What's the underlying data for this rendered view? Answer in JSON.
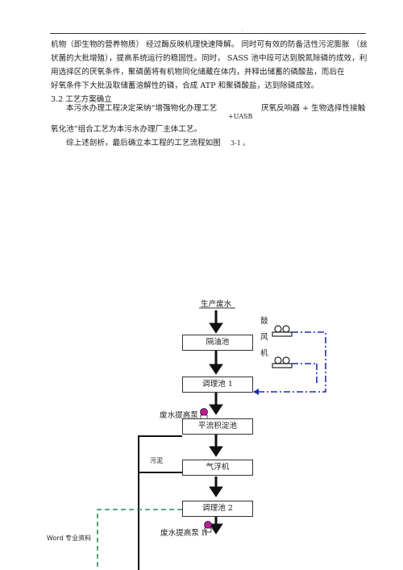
{
  "header": {
    "dot": "."
  },
  "body": {
    "line1": "机物（即生物的营养物质） 经过酶反映机理快速降解。 同时可有效的防备活性污泥膨胀 （丝",
    "line2": "状菌的大批增殖），提高系统运行的稳固性。同时， SASS 池中段可达到脱氮除磷的成效，利",
    "line3": "用选择区的厌氧条件，聚磷菌将有机物同化储藏在体内，并释出储蓄的磷酸盐，而后在",
    "line4": "好氧条件下大批汲取储蓄溶解性的磷，合成  ATP 和聚磷酸盐，达到除磷成效。",
    "section_heading": "3.2 工艺方案确立",
    "line5a": "本污水办理工程决定采纳“增强物化办理工艺",
    "line5b": "厌氧反响器 + 生物选择性接触",
    "uasb": "+UASB",
    "line6": "氧化池”组合工艺为本污水办理厂主体工艺。",
    "line7a": "综上述剖析，最后确立本工程的工艺流程如图",
    "line7b": "3-1 。"
  },
  "flow": {
    "source": "生产废水",
    "tank1": "隔油池",
    "tank2": "调理池 1",
    "tank3": "平流积淀池",
    "tank4": "气浮机",
    "tank5": "调理池 2",
    "blower_chars": [
      "鼓",
      "风",
      "机"
    ],
    "pump1": "废水提高泵",
    "pump2": "废水提高泵 II",
    "sludge": "污泥"
  },
  "colors": {
    "air_line": "#1f2fa8",
    "return_line": "#2a8a57",
    "pump": "#c2189a"
  },
  "footer": {
    "text": "Word 专业资料"
  }
}
